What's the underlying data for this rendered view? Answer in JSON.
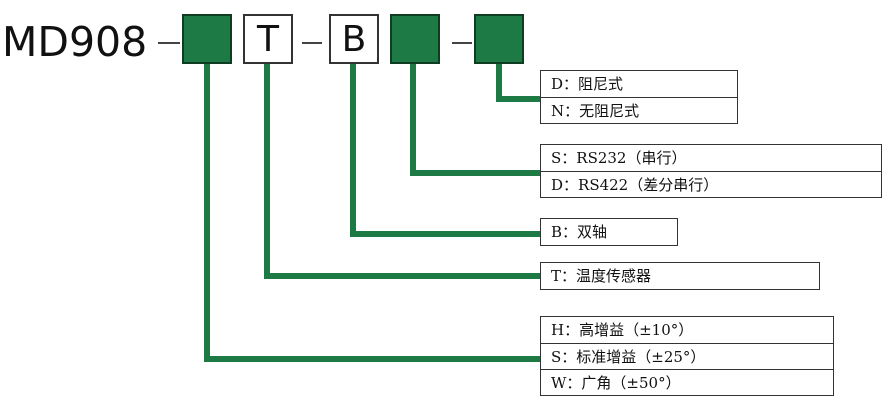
{
  "model_prefix": "MD908",
  "segments": [
    {
      "code": "",
      "filled": true
    },
    {
      "code": "T",
      "filled": false
    },
    {
      "code": "B",
      "filled": false
    },
    {
      "code": "",
      "filled": true
    },
    {
      "code": "",
      "filled": true
    }
  ],
  "options": {
    "damping": [
      "D：阻尼式",
      "N：无阻尼式"
    ],
    "interface": [
      "S：RS232（串行）",
      "D：RS422（差分串行）"
    ],
    "axis": [
      "B：双轴"
    ],
    "sensor": [
      "T：温度传感器"
    ],
    "gain": [
      "H：高增益（±10°）",
      "S：标准增益（±25°）",
      "W：广角（±50°）"
    ]
  },
  "colors": {
    "accent": "#1e7a45",
    "accent_border": "#0f3d22"
  }
}
